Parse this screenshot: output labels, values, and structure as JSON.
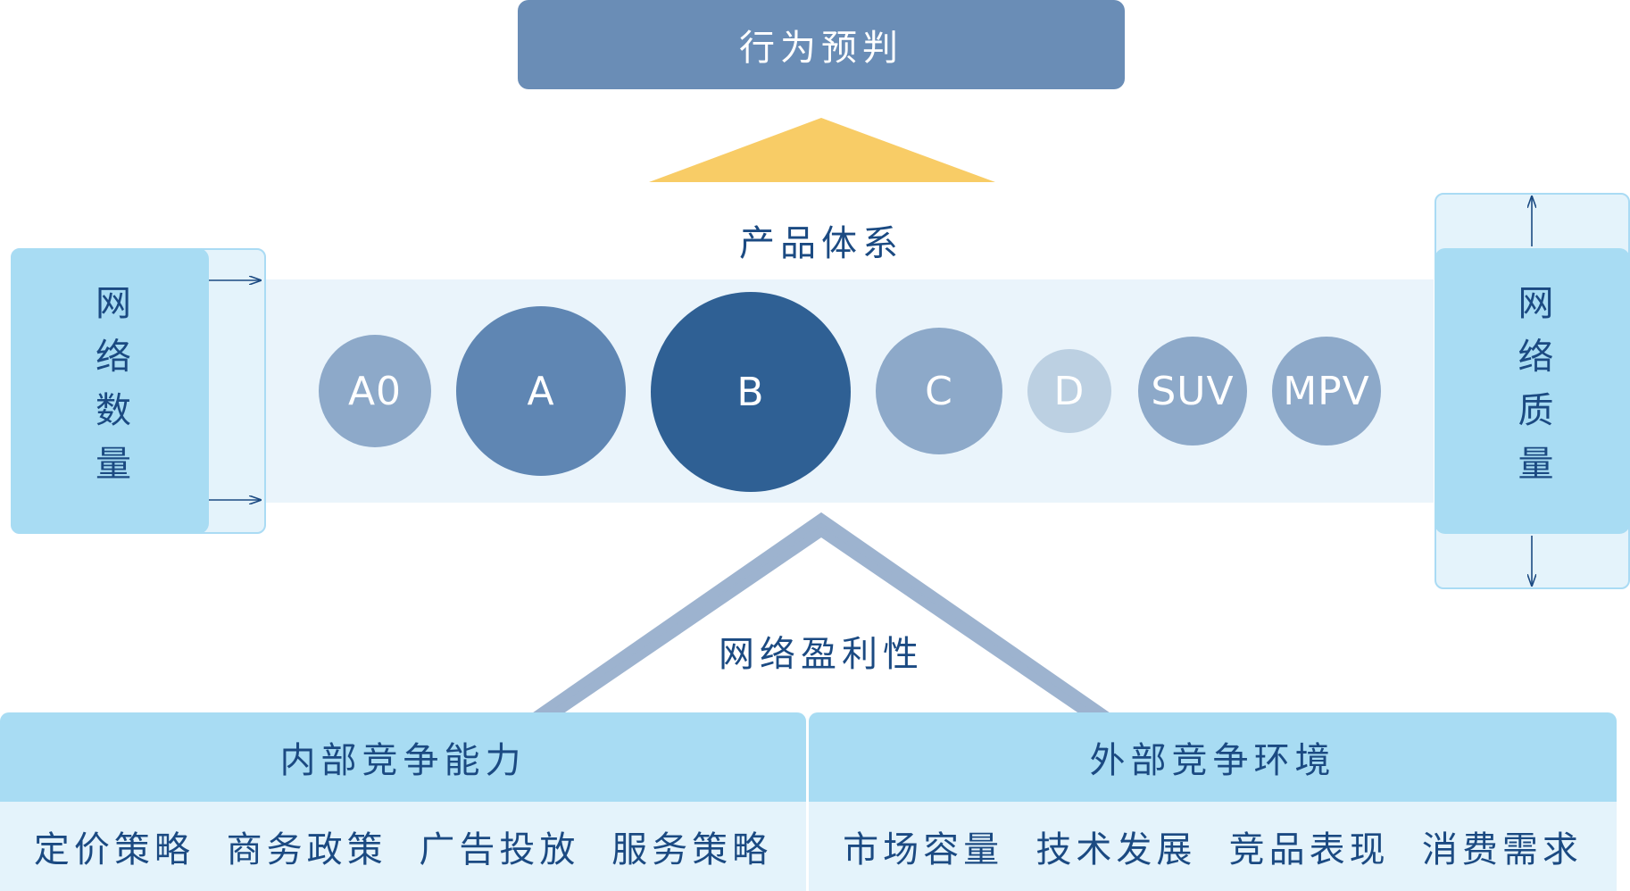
{
  "top_box": {
    "label": "行为预判"
  },
  "product_system": {
    "label": "产品体系",
    "segments": [
      {
        "label": "A0",
        "color": "#8da9c9"
      },
      {
        "label": "A",
        "color": "#5f86b3"
      },
      {
        "label": "B",
        "color": "#2f6094"
      },
      {
        "label": "C",
        "color": "#8da9c9"
      },
      {
        "label": "D",
        "color": "#bcd0e2"
      },
      {
        "label": "SUV",
        "color": "#8da9c9"
      },
      {
        "label": "MPV",
        "color": "#8da9c9"
      }
    ]
  },
  "left_side": {
    "label": "网络数量"
  },
  "right_side": {
    "label": "网络质量"
  },
  "profitability": {
    "label": "网络盈利性"
  },
  "internal": {
    "title": "内部竞争能力",
    "items": [
      "定价策略",
      "商务政策",
      "广告投放",
      "服务策略"
    ]
  },
  "external": {
    "title": "外部竞争环境",
    "items": [
      "市场容量",
      "技术发展",
      "竞品表现",
      "消费需求"
    ]
  },
  "colors": {
    "dark_blue": "#1b4a82",
    "light_blue": "#a8dcf3",
    "pale_blue": "#e4f3fb",
    "arrow_yellow": "#f8cc66",
    "roof_blue": "#9db3cf"
  }
}
